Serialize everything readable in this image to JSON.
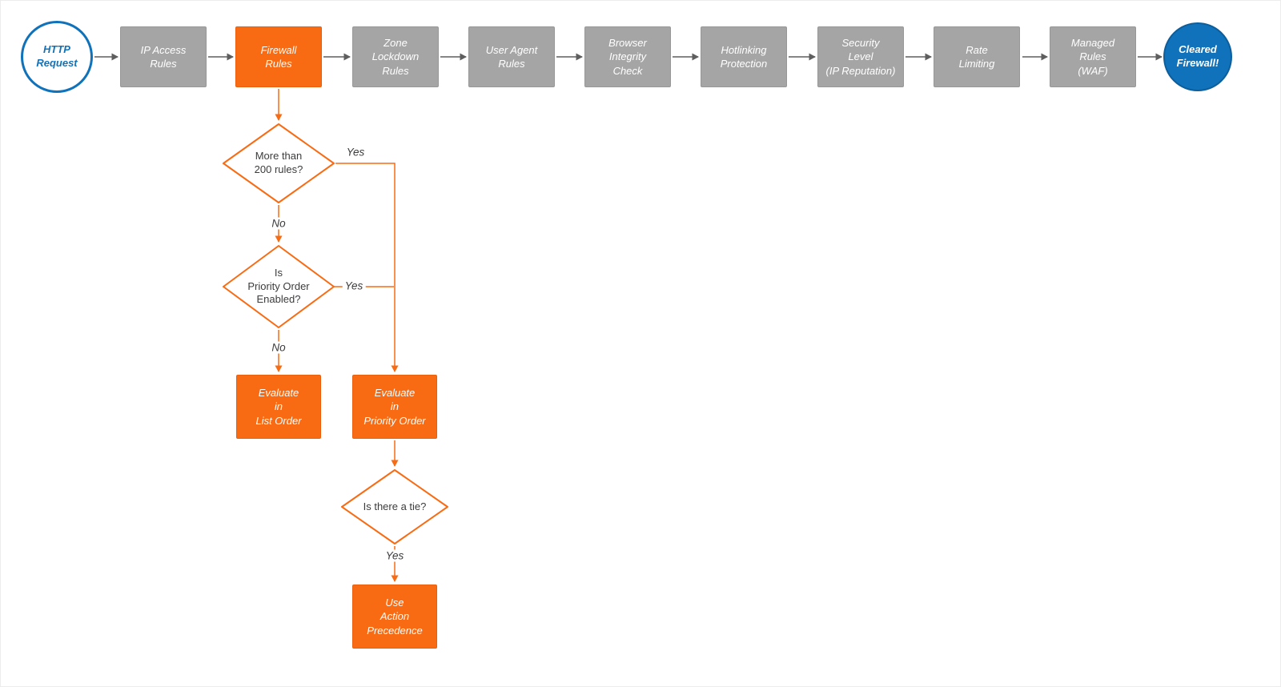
{
  "diagram": {
    "colors": {
      "orange": "#F96B13",
      "gray": "#A5A5A5",
      "blue": "#1072BA",
      "arrow_gray": "#5E5E5E"
    },
    "start": {
      "label": "HTTP\nRequest"
    },
    "pipeline": [
      {
        "label": "IP Access\nRules"
      },
      {
        "label": "Firewall\nRules"
      },
      {
        "label": "Zone\nLockdown\nRules"
      },
      {
        "label": "User Agent\nRules"
      },
      {
        "label": "Browser\nIntegrity\nCheck"
      },
      {
        "label": "Hotlinking\nProtection"
      },
      {
        "label": "Security\nLevel\n(IP Reputation)"
      },
      {
        "label": "Rate\nLimiting"
      },
      {
        "label": "Managed\nRules\n(WAF)"
      }
    ],
    "end": {
      "label": "Cleared\nFirewall!"
    },
    "decisions": [
      {
        "label": "More than\n200 rules?"
      },
      {
        "label": "Is\nPriority Order\nEnabled?"
      },
      {
        "label": "Is there a tie?"
      }
    ],
    "actions": [
      {
        "label": "Evaluate\nin\nList Order"
      },
      {
        "label": "Evaluate\nin\nPriority Order"
      },
      {
        "label": "Use\nAction\nPrecedence"
      }
    ],
    "edge_labels": {
      "yes1": "Yes",
      "no1": "No",
      "yes2": "Yes",
      "no2": "No",
      "yes3": "Yes"
    }
  }
}
